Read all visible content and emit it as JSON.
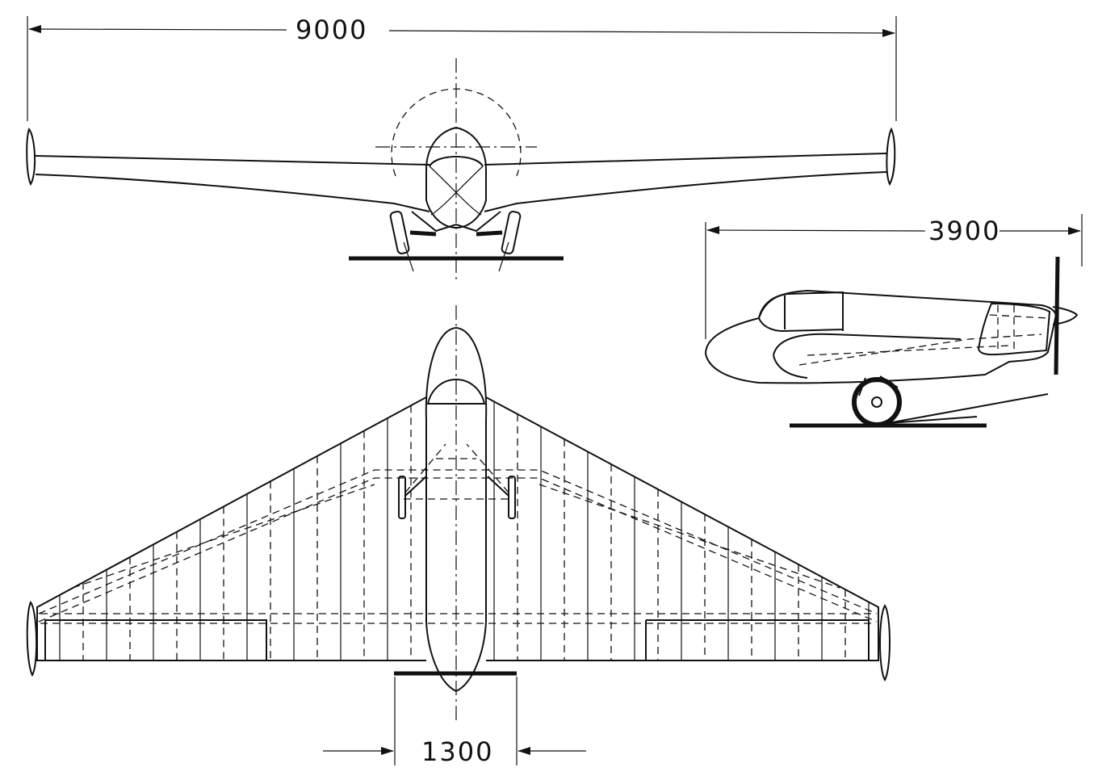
{
  "dimensions": {
    "span": "9000",
    "length": "3900",
    "track": "1300"
  },
  "views": [
    "front-view",
    "side-view",
    "top-view"
  ],
  "colors": {
    "ink": "#111111",
    "paper": "#ffffff"
  }
}
